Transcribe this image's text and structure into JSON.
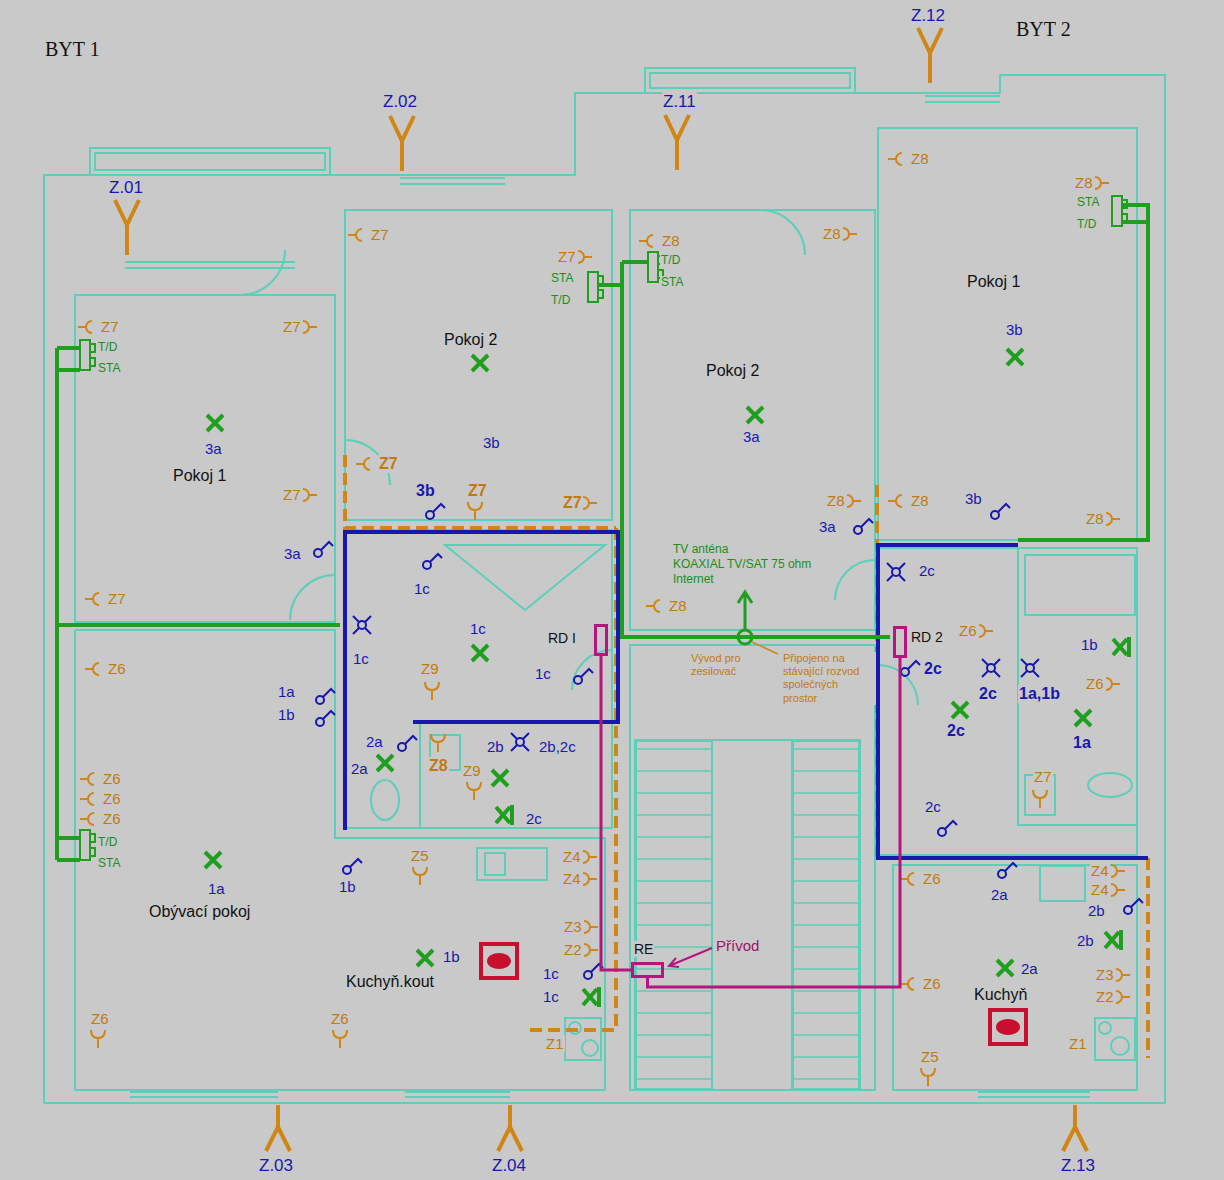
{
  "diagram": {
    "nodes": [
      {
        "text": [
          "RD I"
        ]
      },
      {
        "text": [
          "RD 2"
        ]
      },
      {
        "text": [
          "RE"
        ]
      }
    ],
    "edges": [
      {
        "from": 2,
        "to": 0,
        "arrow": "none"
      },
      {
        "from": 2,
        "to": 1,
        "arrow": "none"
      }
    ],
    "labels": [
      "BYT 1",
      "Z.02",
      "Z.11",
      "Z.12",
      "BYT 2",
      "Z.01",
      "Z7",
      "Z7",
      "STA",
      "T/D",
      "Pokoj 2",
      "3b",
      "Z8",
      "T/D",
      "STA",
      "Z8",
      "Z8",
      "Z8",
      "STA",
      "T/D",
      "Pokoj 1",
      "3b",
      "Z7",
      "T/D",
      "STA",
      "Z7",
      "3a",
      "Pokoj 1",
      "Pokoj 2",
      "3a",
      "Z7",
      "3b",
      "Z7",
      "Z7",
      "Z7",
      "3a",
      "Z8",
      "Z8",
      "3b",
      "Z8",
      "3a",
      "TV anténa",
      "KOAXIAL TV/SAT 75 ohm",
      "Internet",
      "1c",
      "2c",
      "Z7",
      "Z8",
      "1c",
      "Z6",
      "1b",
      "1c",
      "Vývod pro zesilovač",
      "Připojeno na stávající rozvod společných prostor",
      "2c",
      "Z6",
      "Z9",
      "1c",
      "2c",
      "1a,1b",
      "Z6",
      "1a",
      "1b",
      "2c",
      "1a",
      "2a",
      "2b",
      "2b,2c",
      "Z8",
      "2a",
      "Z9",
      "Z6",
      "Z7",
      "Z6",
      "Z6",
      "2c",
      "2c",
      "T/D",
      "Z4",
      "Z5",
      "STA",
      "Z4",
      "Z6",
      "Z4",
      "1a",
      "1b",
      "2a",
      "Z4",
      "Obývací pokoj",
      "2b",
      "Z3",
      "2b",
      "Z2",
      "1b",
      "Přívod",
      "2a",
      "1c",
      "Z3",
      "Kuchyň.kout",
      "Z6",
      "Kuchyň",
      "1c",
      "Z2",
      "Z6",
      "Z6",
      "Z1",
      "Z1",
      "Z5",
      "Z.03",
      "Z.04",
      "Z.13"
    ]
  }
}
